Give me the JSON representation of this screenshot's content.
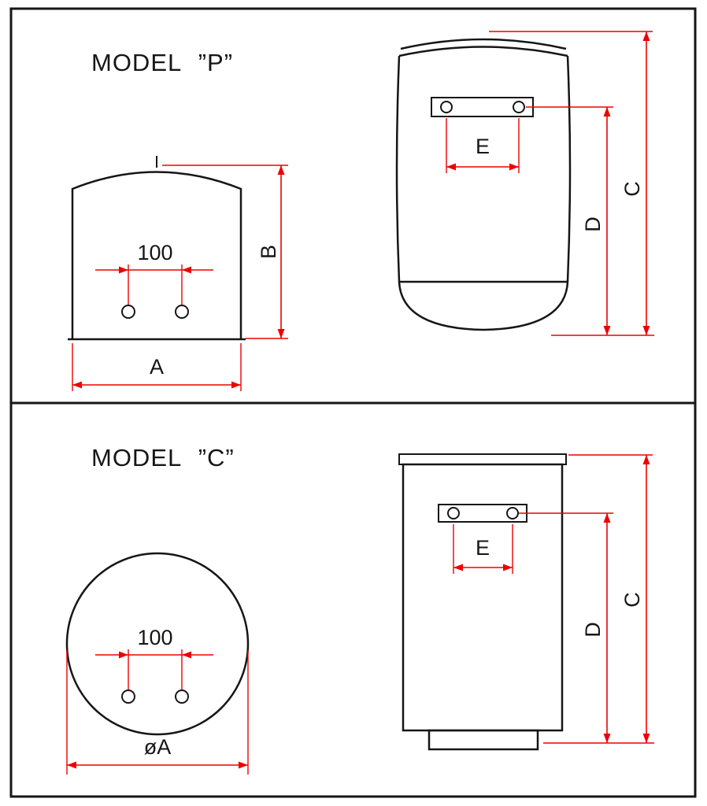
{
  "drawing": {
    "type": "technical-dimension-drawing",
    "colors": {
      "outline": "#161616",
      "dimension": "#ee0000",
      "background": "#ffffff",
      "border": "#000000"
    },
    "model_p": {
      "title": "MODEL ”P”",
      "front_view": {
        "hole_spacing": "100",
        "width_label": "A",
        "height_label": "B"
      },
      "side_view": {
        "bracket_spacing_label": "E",
        "bracket_height_label": "D",
        "overall_height_label": "C"
      }
    },
    "model_c": {
      "title": "MODEL ”C”",
      "front_view": {
        "hole_spacing": "100",
        "diameter_label": "øA"
      },
      "side_view": {
        "bracket_spacing_label": "E",
        "bracket_height_label": "D",
        "overall_height_label": "C"
      }
    }
  }
}
